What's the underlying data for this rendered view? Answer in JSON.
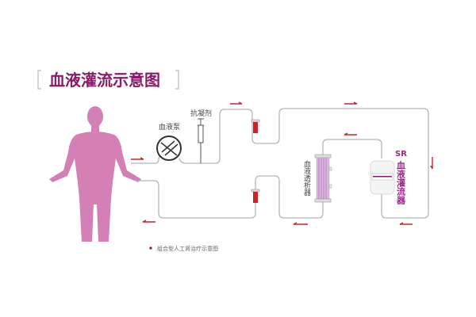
{
  "title": "血液灌流示意图",
  "labels": {
    "pump": "血液泵",
    "anticoagulant": "抗凝剂",
    "dialyzer": "血液透析器",
    "perfusion_prefix": "SR",
    "perfusion": "血液灌流器"
  },
  "caption": "组合型人工肾治疗示意图",
  "colors": {
    "title": "#8b1a6b",
    "body": "#d47fb5",
    "arrow": "#d0202a",
    "accent": "#9b2a86"
  }
}
